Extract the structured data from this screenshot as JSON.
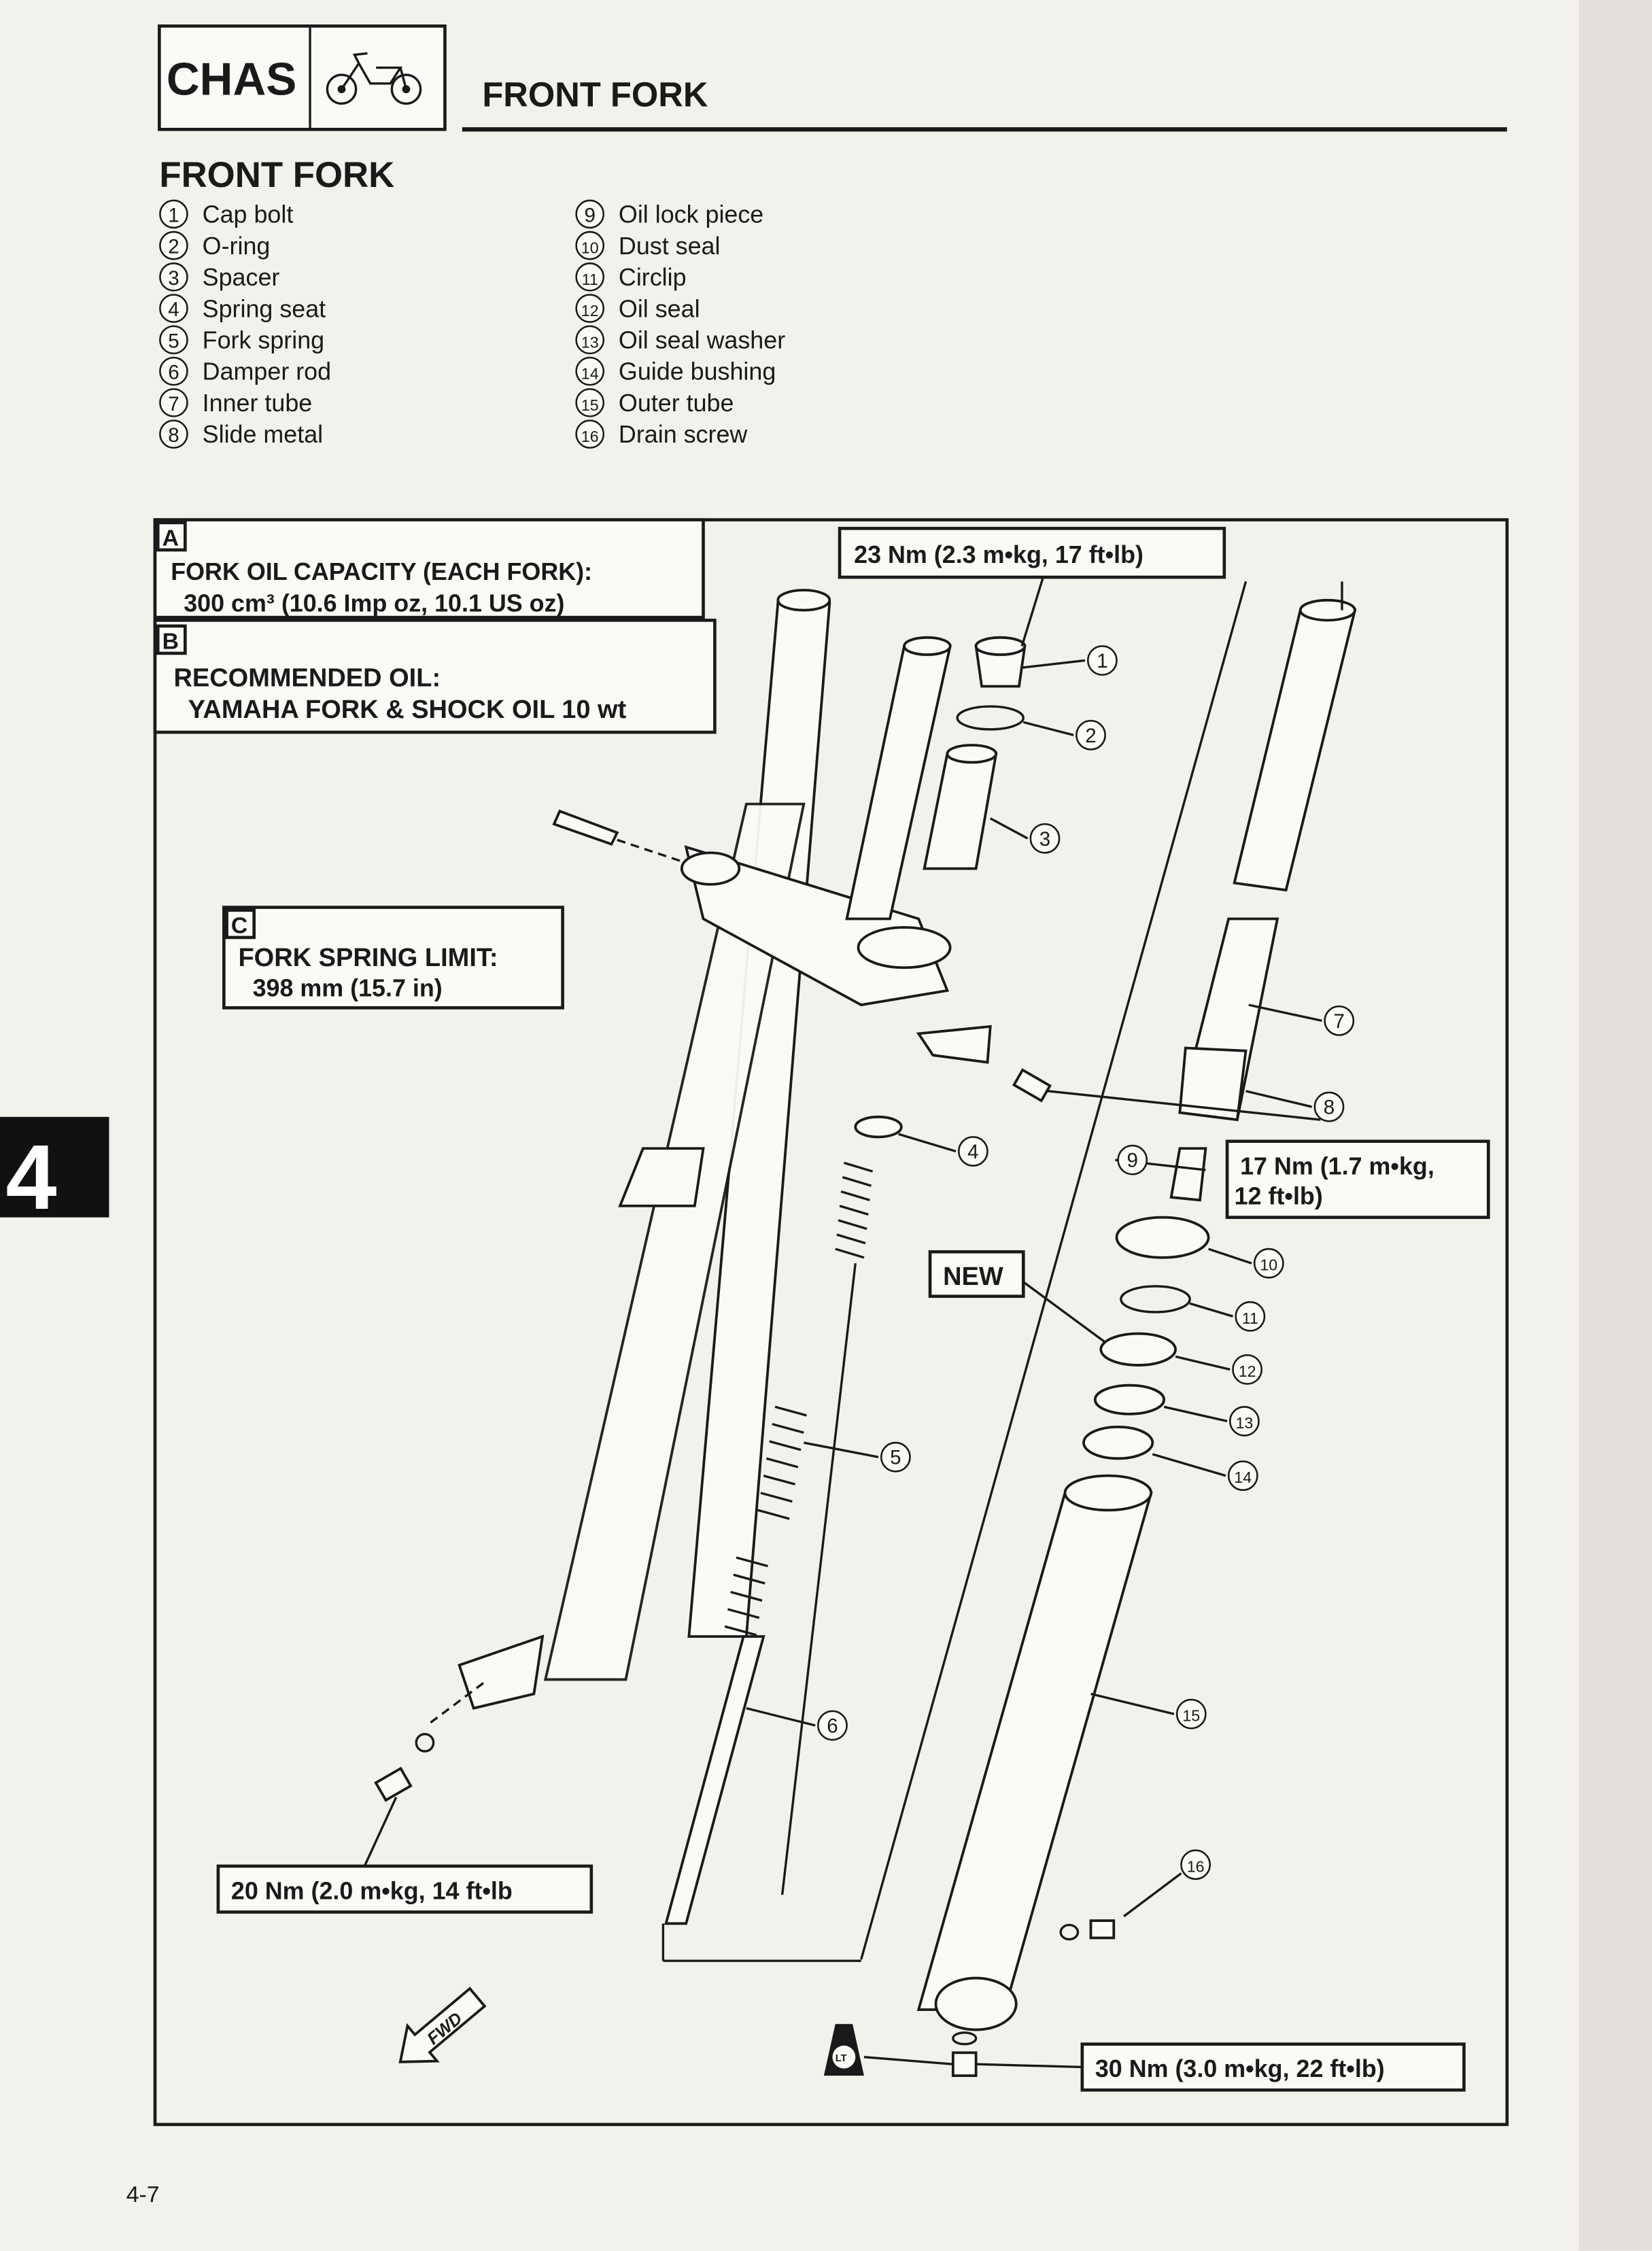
{
  "header": {
    "section": "CHAS",
    "section_icon": "motorcycle-icon",
    "title": "FRONT FORK"
  },
  "subtitle": "FRONT FORK",
  "parts": [
    {
      "num": "1",
      "label": "Cap bolt"
    },
    {
      "num": "2",
      "label": "O-ring"
    },
    {
      "num": "3",
      "label": "Spacer"
    },
    {
      "num": "4",
      "label": "Spring seat"
    },
    {
      "num": "5",
      "label": "Fork spring"
    },
    {
      "num": "6",
      "label": "Damper rod"
    },
    {
      "num": "7",
      "label": "Inner tube"
    },
    {
      "num": "8",
      "label": "Slide metal"
    },
    {
      "num": "9",
      "label": "Oil lock piece"
    },
    {
      "num": "10",
      "label": "Dust seal"
    },
    {
      "num": "11",
      "label": "Circlip"
    },
    {
      "num": "12",
      "label": "Oil seal"
    },
    {
      "num": "13",
      "label": "Oil seal washer"
    },
    {
      "num": "14",
      "label": "Guide bushing"
    },
    {
      "num": "15",
      "label": "Outer tube"
    },
    {
      "num": "16",
      "label": "Drain screw"
    }
  ],
  "notes": {
    "a": {
      "letter": "A",
      "line1": "FORK OIL CAPACITY (EACH FORK):",
      "line2": "300 cm³ (10.6 Imp oz, 10.1 US oz)"
    },
    "b": {
      "letter": "B",
      "line1": "RECOMMENDED OIL:",
      "line2": "YAMAHA FORK & SHOCK OIL 10 wt"
    },
    "c": {
      "letter": "C",
      "line1": "FORK SPRING LIMIT:",
      "line2": "398 mm (15.7 in)"
    }
  },
  "torque": {
    "cap_bolt": "23 Nm (2.3 m•kg, 17 ft•lb)",
    "bolt_17_line1": "17 Nm (1.7 m•kg,",
    "bolt_17_line2": "12 ft•lb)",
    "pinch_bolt": "20 Nm (2.0 m•kg, 14 ft•lb",
    "bottom_bolt": "30 Nm (3.0 m•kg, 22 ft•lb)"
  },
  "new_label": "NEW",
  "fwd_label": "FWD",
  "lt_label": "LT",
  "chapter_tab": "4",
  "page_number": "4-7"
}
